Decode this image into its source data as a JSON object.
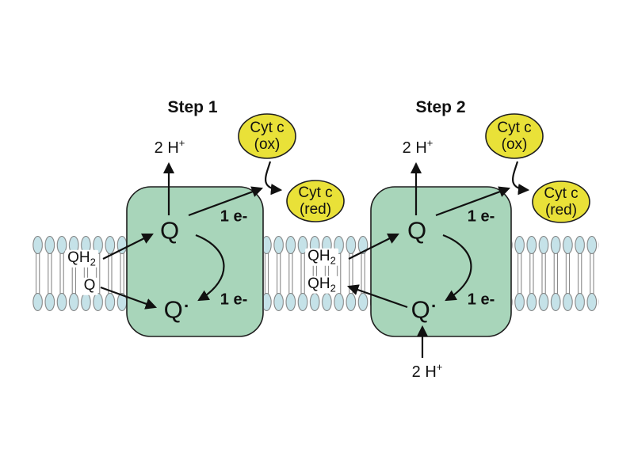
{
  "colors": {
    "background": "#ffffff",
    "complex_fill": "#a8d5ba",
    "complex_stroke": "#1f1f1f",
    "cytc_fill": "#e9e138",
    "cytc_stroke": "#1f1f1f",
    "lipid_head": "#c5e2e8",
    "lipid_outline": "#7d7d7d",
    "lipid_tail_fill": "#ffffff",
    "arrow": "#111111"
  },
  "steps": [
    {
      "title": "Step 1",
      "proton_out": {
        "base": "2 H",
        "sup": "+"
      },
      "quinone": "Q",
      "semiquinone_base": "Q",
      "semiquinone_dot": "▪",
      "electron_top": "1 e-",
      "electron_bottom": "1 e-",
      "membrane_top_label": {
        "base": "QH",
        "sub": "2"
      },
      "membrane_bottom_label": {
        "base": "Q",
        "sub": ""
      },
      "cytc_ox_line1": "Cyt c",
      "cytc_ox_line2": "(ox)",
      "cytc_red_line1": "Cyt c",
      "cytc_red_line2": "(red)"
    },
    {
      "title": "Step 2",
      "proton_out": {
        "base": "2 H",
        "sup": "+"
      },
      "proton_in": {
        "base": "2 H",
        "sup": "+"
      },
      "quinone": "Q",
      "semiquinone_base": "Q",
      "semiquinone_dot": "▪",
      "electron_top": "1 e-",
      "electron_bottom": "1 e-",
      "membrane_top_label": {
        "base": "QH",
        "sub": "2"
      },
      "membrane_bottom_label": {
        "base": "QH",
        "sub": "2"
      },
      "cytc_ox_line1": "Cyt c",
      "cytc_ox_line2": "(ox)",
      "cytc_red_line1": "Cyt c",
      "cytc_red_line2": "(red)"
    }
  ]
}
